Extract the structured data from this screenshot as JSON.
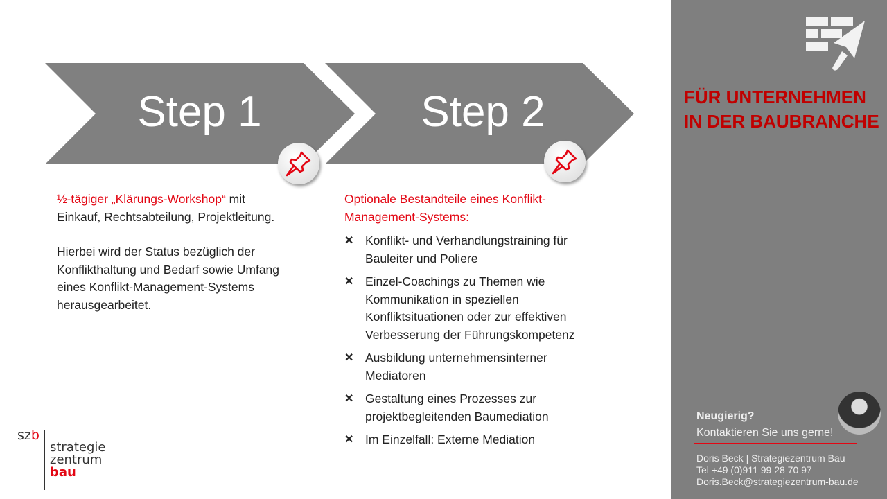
{
  "steps": [
    {
      "label": "Step 1"
    },
    {
      "label": "Step 2"
    }
  ],
  "step1": {
    "title": "½-tägiger „Klärungs-Workshop“",
    "title_rest": " mit Einkauf, Rechtsabteilung, Projektleitung.",
    "body": "Hierbei wird der Status bezüglich der Konflikthaltung und Bedarf sowie Umfang eines Konflikt-Management-Systems herausgearbeitet."
  },
  "step2": {
    "title": "Optionale Bestandteile eines Konflikt-Management-Systems:",
    "items": [
      "Konflikt- und Verhandlungstraining für Bauleiter und Poliere",
      "Einzel-Coachings zu Themen wie Kommunikation in speziellen Konfliktsituationen oder zur effektiven Verbesserung der Führungskompetenz",
      "Ausbildung unternehmensinterner Mediatoren",
      "Gestaltung eines Prozesses zur projektbegleitenden Baumediation",
      "Im Einzelfall: Externe Mediation"
    ]
  },
  "logo": {
    "short": "szb",
    "line1": "strategie",
    "line2": "zentrum",
    "line3": "bau"
  },
  "panel": {
    "headline1": "FÜR UNTERNEHMEN",
    "headline2": "IN DER BAUBRANCHE",
    "cta_title": "Neugierig?",
    "cta_text": "Kontaktieren  Sie uns  gerne!",
    "contact_name": "Doris Beck | Strategiezentrum Bau",
    "contact_phone": "Tel +49 (0)911 99 28 70 97",
    "contact_email": "Doris.Beck@strategiezentrum-bau.de"
  },
  "colors": {
    "accent": "#e30613",
    "chevron": "#808080",
    "panel": "#7f7f7f"
  }
}
